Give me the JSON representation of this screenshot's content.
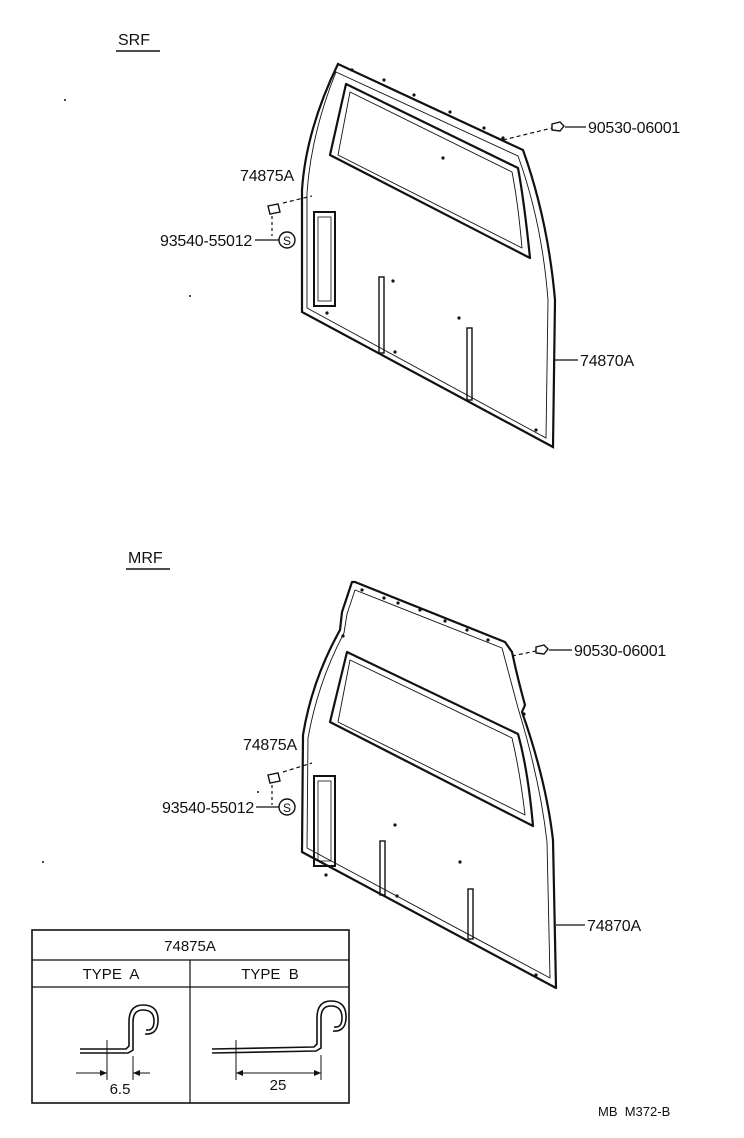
{
  "sections": [
    {
      "title": "SRF",
      "labels": {
        "clip_code": "74875A",
        "screw_code": "93540-55012",
        "screw_mark": "S",
        "bolt_code": "90530-06001",
        "board_code": "74870A"
      }
    },
    {
      "title": "MRF",
      "labels": {
        "clip_code": "74875A",
        "screw_code": "93540-55012",
        "screw_mark": "S",
        "bolt_code": "90530-06001",
        "board_code": "74870A"
      }
    }
  ],
  "detail_table": {
    "header": "74875A",
    "columns": [
      "TYPE  A",
      "TYPE  B"
    ],
    "dimensions": [
      "6.5",
      "25"
    ]
  },
  "footer": "MB  M372-B"
}
